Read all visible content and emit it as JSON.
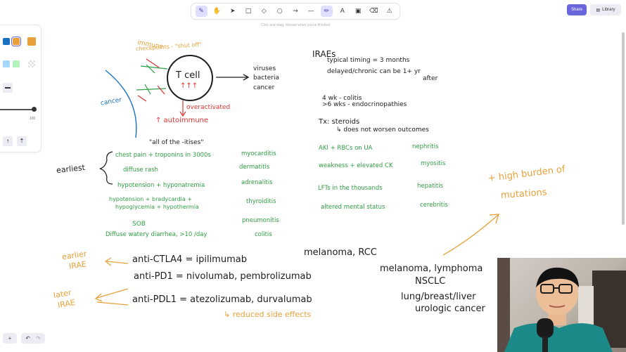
{
  "toolbar": {
    "tools": [
      "lock-icon",
      "hand-icon",
      "selection-icon",
      "rectangle-icon",
      "diamond-icon",
      "ellipse-icon",
      "arrow-icon",
      "line-icon",
      "pencil-icon",
      "text-icon",
      "image-icon",
      "eraser-icon",
      "more-tools-icon"
    ],
    "hint": "Click and drag, release when you're finished"
  },
  "header": {
    "share_label": "Share",
    "library_label": "Library"
  },
  "panel": {
    "opacity_value": "100",
    "colors": [
      "#1971c2",
      "#e8a13a",
      "#e8a13a",
      "#a5d8ff",
      "#b2f2bb"
    ]
  },
  "canvas": {
    "immune": "immune",
    "checkpoints": "checkpoints - \"shut off\"",
    "tcell": "T cell",
    "arrows_up": "↑↑↑",
    "targets": [
      "viruses",
      "bacteria",
      "cancer"
    ],
    "cancer": "cancer",
    "overactivated": "overactivated",
    "autoimmune": "↑ autoimmune",
    "itises": "\"all of the -itises\"",
    "earliest": "earliest",
    "symptoms": [
      {
        "text": "chest pain + troponins in 3000s",
        "organ": "myocarditis"
      },
      {
        "text": "diffuse rash",
        "organ": "dermatitis"
      },
      {
        "text": "hypotension + hyponatremia",
        "organ": "adrenalitis"
      },
      {
        "text": "hypotension + bradycardia +",
        "organ": "thyroiditis"
      },
      {
        "text": "hypoglycemia + hypothermia",
        "organ": ""
      },
      {
        "text": "SOB",
        "organ": "pneumonitis"
      },
      {
        "text": "Diffuse watery diarrhea, >10 /day",
        "organ": "colitis"
      }
    ],
    "irae": {
      "title": "IRAEs",
      "timing": "typical timing = 3 months",
      "delayed": "delayed/chronic can be 1+ yr",
      "after": "after",
      "colitis": "4 wk - colitis",
      "endo": ">6 wks - endocrinopathies",
      "tx": "Tx: steroids",
      "not_worsen": "↳ does not worsen outcomes"
    },
    "right_items": [
      {
        "text": "AKI + RBCs on UA",
        "organ": "nephritis"
      },
      {
        "text": "weakness + elevated CK",
        "organ": "myositis"
      },
      {
        "text": "LFTs in the thousands",
        "organ": "hepatitis"
      },
      {
        "text": "altered mental status",
        "organ": "cerebritis"
      }
    ],
    "burden": [
      "+ high burden of",
      "mutations"
    ],
    "drugs": [
      {
        "name": "anti-CTLA4 = ipilimumab",
        "use": "melanoma, RCC"
      },
      {
        "name": "anti-PD1 = nivolumab, pembrolizumab",
        "use": "melanoma, lymphoma"
      },
      {
        "name": "anti-PDL1 = atezolizumab, durvalumab",
        "use": "lung/breast/liver"
      }
    ],
    "nsclc": "NSCLC",
    "urologic": "urologic cancer",
    "earlier_irae": [
      "earlier",
      "IRAE"
    ],
    "later_irae": [
      "later",
      "IRAE"
    ],
    "reduced": "↳ reduced side effects"
  }
}
